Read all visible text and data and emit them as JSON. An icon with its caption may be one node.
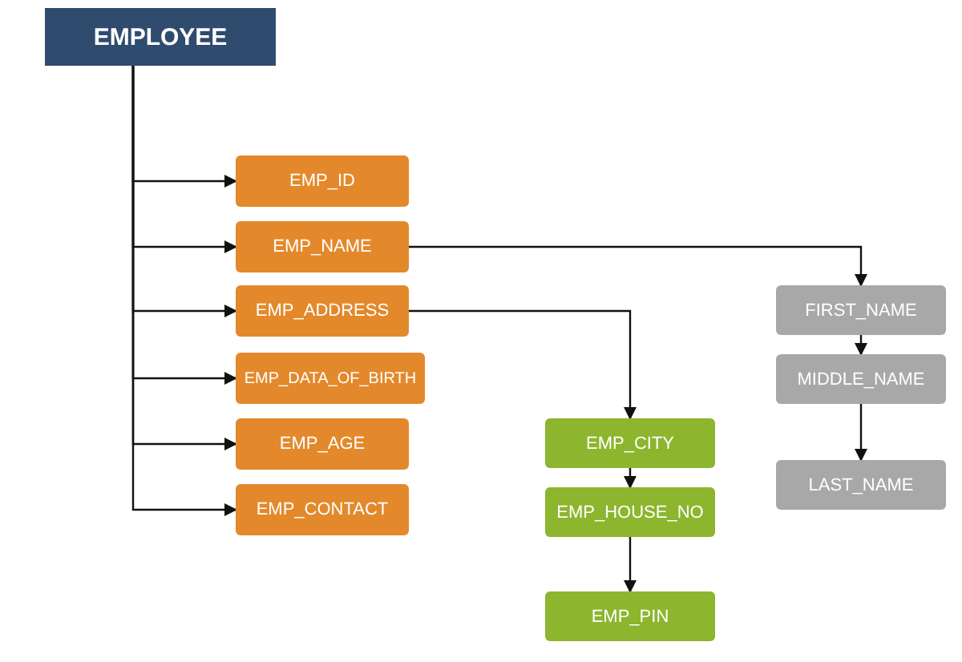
{
  "diagram": {
    "nodes": [
      {
        "text": [
          "EMPLOYEE"
        ]
      },
      {
        "text": [
          "EMP_ID"
        ]
      },
      {
        "text": [
          "EMP_NAME"
        ]
      },
      {
        "text": [
          "EMP_ADDRESS"
        ]
      },
      {
        "text": [
          "EMP_DATA_OF_BIRTH"
        ]
      },
      {
        "text": [
          "EMP_AGE"
        ]
      },
      {
        "text": [
          "EMP_CONTACT"
        ]
      },
      {
        "text": [
          "EMP_CITY"
        ]
      },
      {
        "text": [
          "EMP_HOUSE_NO"
        ]
      },
      {
        "text": [
          "EMP_PIN"
        ]
      },
      {
        "text": [
          "FIRST_NAME"
        ]
      },
      {
        "text": [
          "MIDDLE_NAME"
        ]
      },
      {
        "text": [
          "LAST_NAME"
        ]
      }
    ],
    "edges": [
      {
        "from": 0,
        "to": 1,
        "arrow": "to"
      },
      {
        "from": 0,
        "to": 2,
        "arrow": "to"
      },
      {
        "from": 0,
        "to": 3,
        "arrow": "to"
      },
      {
        "from": 0,
        "to": 4,
        "arrow": "to"
      },
      {
        "from": 0,
        "to": 5,
        "arrow": "to"
      },
      {
        "from": 0,
        "to": 6,
        "arrow": "to"
      },
      {
        "from": 2,
        "to": 10,
        "arrow": "to"
      },
      {
        "from": 3,
        "to": 7,
        "arrow": "to"
      },
      {
        "from": 7,
        "to": 8,
        "arrow": "to"
      },
      {
        "from": 8,
        "to": 9,
        "arrow": "to"
      },
      {
        "from": 10,
        "to": 11,
        "arrow": "to"
      },
      {
        "from": 11,
        "to": 12,
        "arrow": "to"
      }
    ]
  }
}
